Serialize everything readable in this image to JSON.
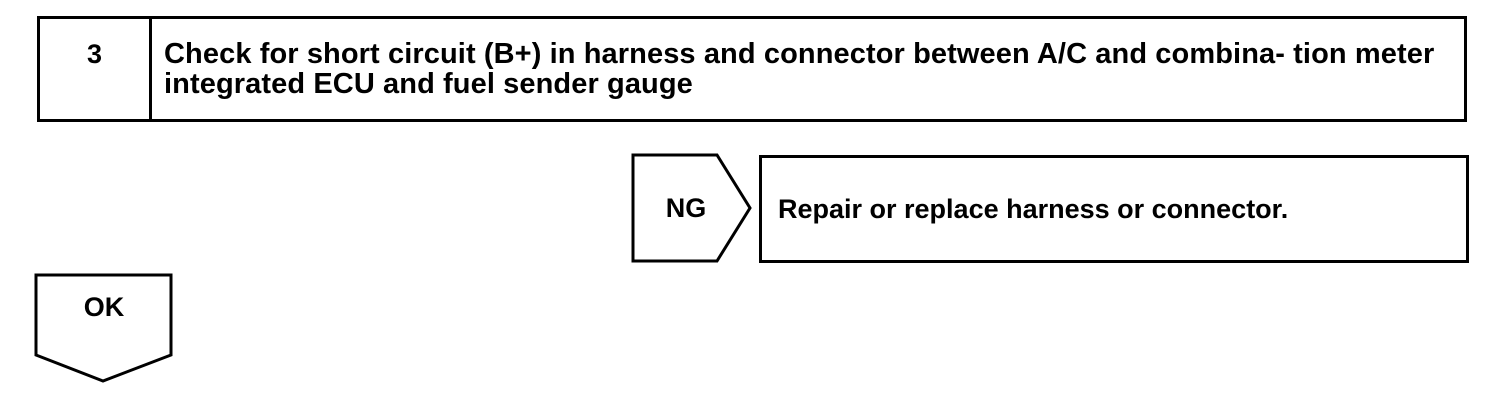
{
  "step": {
    "number": "3",
    "title": "Check for short circuit (B+) in harness and connector between A/C and combina- tion meter integrated ECU and fuel sender gauge"
  },
  "ng_branch": {
    "label": "NG",
    "action": "Repair or replace harness or connector."
  },
  "ok_branch": {
    "label": "OK"
  }
}
